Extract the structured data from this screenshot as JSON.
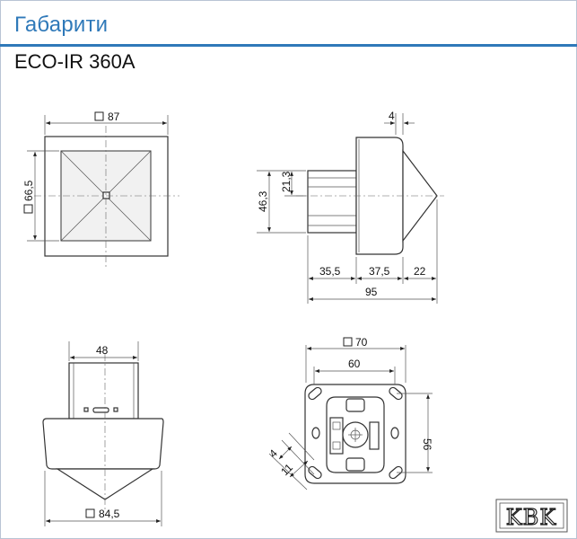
{
  "header": {
    "title": "Габарити",
    "model": "ECO-IR 360A"
  },
  "dimensions": {
    "front_width": "87",
    "front_height": "66,5",
    "side_gap": "4",
    "side_inner_height": "21,3",
    "side_outer_height": "46,3",
    "side_depth_a": "35,5",
    "side_depth_b": "37,5",
    "side_depth_c": "22",
    "side_total": "95",
    "bottom_top_width": "48",
    "bottom_diameter": "84,5",
    "mount_outer": "70",
    "mount_inner": "60",
    "mount_height": "56",
    "mount_slot_a": "4",
    "mount_slot_b": "11"
  },
  "logo": {
    "text": "KBK"
  },
  "colors": {
    "accent": "#2f79b9"
  }
}
